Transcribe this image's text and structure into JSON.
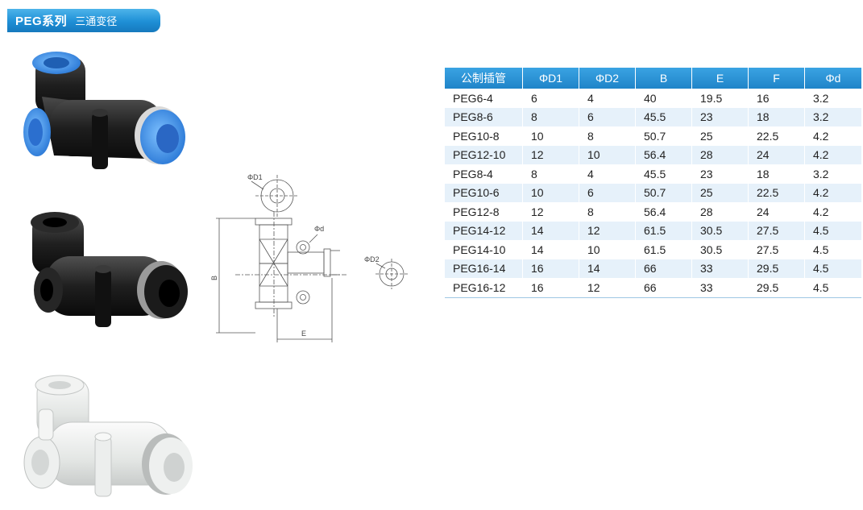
{
  "header": {
    "series": "PEG系列",
    "subtitle": "三通变径"
  },
  "drawing": {
    "label_d1": "ΦD1",
    "label_d": "Φd",
    "label_d2": "ΦD2",
    "label_b": "B",
    "label_e": "E"
  },
  "table": {
    "columns": [
      "公制插管",
      "ΦD1",
      "ΦD2",
      "B",
      "E",
      "F",
      "Φd"
    ],
    "rows": [
      [
        "PEG6-4",
        "6",
        "4",
        "40",
        "19.5",
        "16",
        "3.2"
      ],
      [
        "PEG8-6",
        "8",
        "6",
        "45.5",
        "23",
        "18",
        "3.2"
      ],
      [
        "PEG10-8",
        "10",
        "8",
        "50.7",
        "25",
        "22.5",
        "4.2"
      ],
      [
        "PEG12-10",
        "12",
        "10",
        "56.4",
        "28",
        "24",
        "4.2"
      ],
      [
        "PEG8-4",
        "8",
        "4",
        "45.5",
        "23",
        "18",
        "3.2"
      ],
      [
        "PEG10-6",
        "10",
        "6",
        "50.7",
        "25",
        "22.5",
        "4.2"
      ],
      [
        "PEG12-8",
        "12",
        "8",
        "56.4",
        "28",
        "24",
        "4.2"
      ],
      [
        "PEG14-12",
        "14",
        "12",
        "61.5",
        "30.5",
        "27.5",
        "4.5"
      ],
      [
        "PEG14-10",
        "14",
        "10",
        "61.5",
        "30.5",
        "27.5",
        "4.5"
      ],
      [
        "PEG16-14",
        "16",
        "14",
        "66",
        "33",
        "29.5",
        "4.5"
      ],
      [
        "PEG16-12",
        "16",
        "12",
        "66",
        "33",
        "29.5",
        "4.5"
      ]
    ]
  },
  "colors": {
    "header_blue": "#1e8fd6",
    "row_alt": "#e6f1fa",
    "fitting_blue": "#3b8fe0",
    "fitting_black": "#1a1a1a",
    "fitting_white": "#e9ecea"
  }
}
